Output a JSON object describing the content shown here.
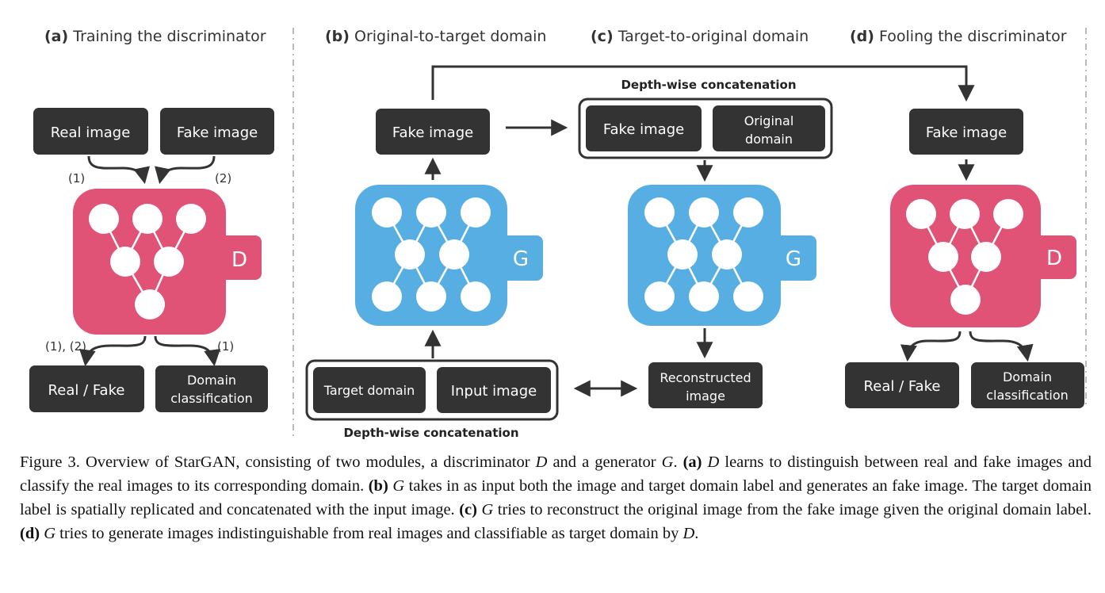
{
  "panels": {
    "a": {
      "letter": "(a)",
      "title": "Training the discriminator"
    },
    "b": {
      "letter": "(b)",
      "title": "Original-to-target domain"
    },
    "c": {
      "letter": "(c)",
      "title": "Target-to-original domain"
    },
    "d": {
      "letter": "(d)",
      "title": "Fooling the discriminator"
    }
  },
  "panel_a": {
    "real_image": "Real image",
    "fake_image": "Fake image",
    "label_1": "(1)",
    "label_2": "(2)",
    "label_12": "(1), (2)",
    "label_1b": "(1)",
    "net_letter": "D",
    "out_real_fake": "Real / Fake",
    "out_domain_1": "Domain",
    "out_domain_2": "classification"
  },
  "panel_b": {
    "fake_image": "Fake image",
    "net_letter": "G",
    "target_domain": "Target domain",
    "input_image": "Input image",
    "concat_label": "Depth-wise concatenation"
  },
  "panel_c": {
    "concat_label": "Depth-wise concatenation",
    "fake_image": "Fake image",
    "orig_domain_1": "Original",
    "orig_domain_2": "domain",
    "net_letter": "G",
    "recon_1": "Reconstructed",
    "recon_2": "image"
  },
  "panel_d": {
    "fake_image": "Fake image",
    "net_letter": "D",
    "out_real_fake": "Real / Fake",
    "out_domain_1": "Domain",
    "out_domain_2": "classification"
  },
  "colors": {
    "dark_box": "#333333",
    "discriminator": "#e05376",
    "generator": "#56aee3",
    "node": "#ffffff"
  },
  "caption": {
    "p1": "Figure 3. Overview of StarGAN, consisting of two modules, a discriminator ",
    "v1": "D",
    "p2": " and a generator ",
    "v2": "G",
    "p3": ". ",
    "a": "(a)",
    "p4": " ",
    "v3": "D",
    "p5": " learns to distinguish between real and fake images and classify the real images to its corresponding domain. ",
    "b": "(b)",
    "p6": " ",
    "v4": "G",
    "p7": " takes in as input both the image and target domain label and generates an fake image. The target domain label is spatially replicated and concatenated with the input image. ",
    "c": "(c)",
    "p8": " ",
    "v5": "G",
    "p9": " tries to reconstruct the original image from the fake image given the original domain label. ",
    "d": "(d)",
    "p10": " ",
    "v6": "G",
    "p11": " tries to generate images indistinguishable from real images and classifiable as target domain by ",
    "v7": "D",
    "p12": "."
  }
}
